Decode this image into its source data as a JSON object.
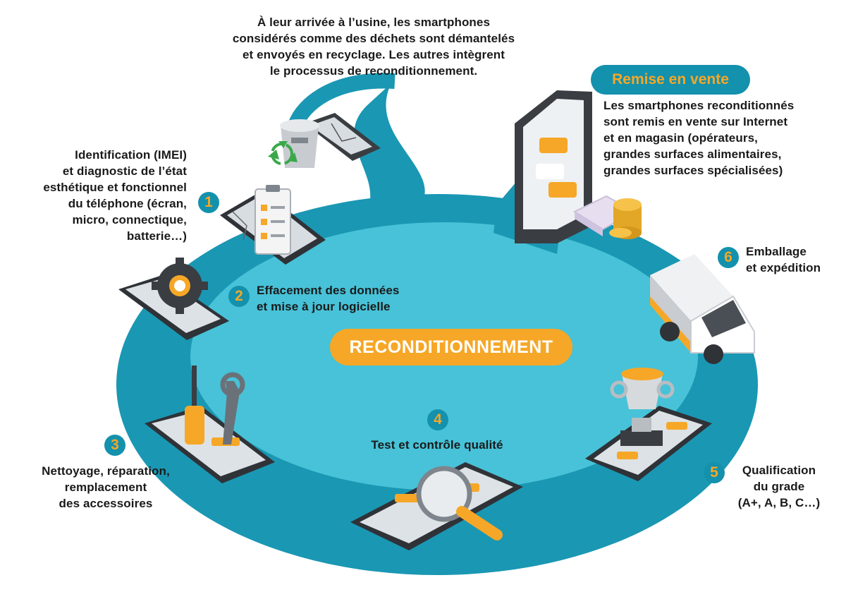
{
  "center_label": "RECONDITIONNEMENT",
  "intro_lines": [
    "À leur arrivée à l’usine, les smartphones",
    "considérés comme des déchets sont démantelés",
    "et envoyés en recyclage. Les autres intègrent",
    "le processus de reconditionnement."
  ],
  "steps": [
    {
      "number": "1",
      "lines": [
        "Identification (IMEI)",
        "et diagnostic de l’état",
        "esthétique et fonctionnel",
        "du téléphone (écran,",
        "micro, connectique,",
        "batterie…)"
      ]
    },
    {
      "number": "2",
      "lines": [
        "Effacement des données",
        "et mise à jour logicielle"
      ]
    },
    {
      "number": "3",
      "lines": [
        "Nettoyage, réparation,",
        "remplacement",
        "des accessoires"
      ]
    },
    {
      "number": "4",
      "lines": [
        "Test et contrôle qualité"
      ]
    },
    {
      "number": "5",
      "lines": [
        "Qualification",
        "du grade",
        "(A+, A, B, C…)"
      ]
    },
    {
      "number": "6",
      "lines": [
        "Emballage",
        "et expédition"
      ]
    }
  ],
  "resale": {
    "title": "Remise en vente",
    "lines": [
      "Les smartphones reconditionnés",
      "sont remis en vente sur Internet",
      "et en magasin (opérateurs,",
      "grandes surfaces alimentaires,",
      "grandes surfaces spécialisées)"
    ]
  },
  "colors": {
    "teal_dark": "#1391ad",
    "teal_light": "#3fbfd6",
    "orange": "#f6a727",
    "phone_body": "#3a3d42",
    "text": "#1a1a1a"
  },
  "icons": [
    "recycle-icon",
    "bin-icon",
    "clipboard-icon",
    "gear-icon",
    "screwdriver-icon",
    "wrench-icon",
    "magnifier-icon",
    "trophy-icon",
    "truck-icon",
    "coins-icon",
    "banknotes-icon"
  ]
}
